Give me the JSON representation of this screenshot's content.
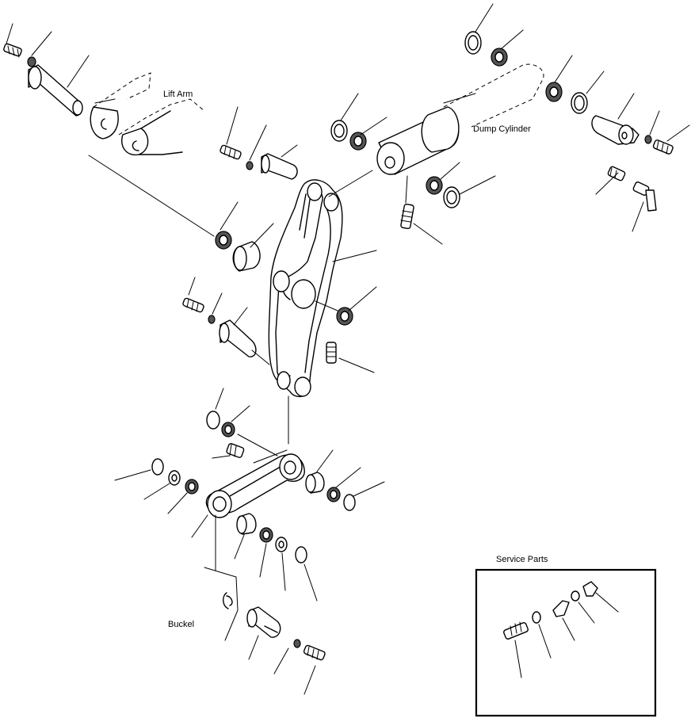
{
  "labels": {
    "lift_arm": "Lift Arm",
    "dump_cylinder": "Dump Cylinder",
    "buckel": "Buckel",
    "service_parts": "Service Parts"
  }
}
